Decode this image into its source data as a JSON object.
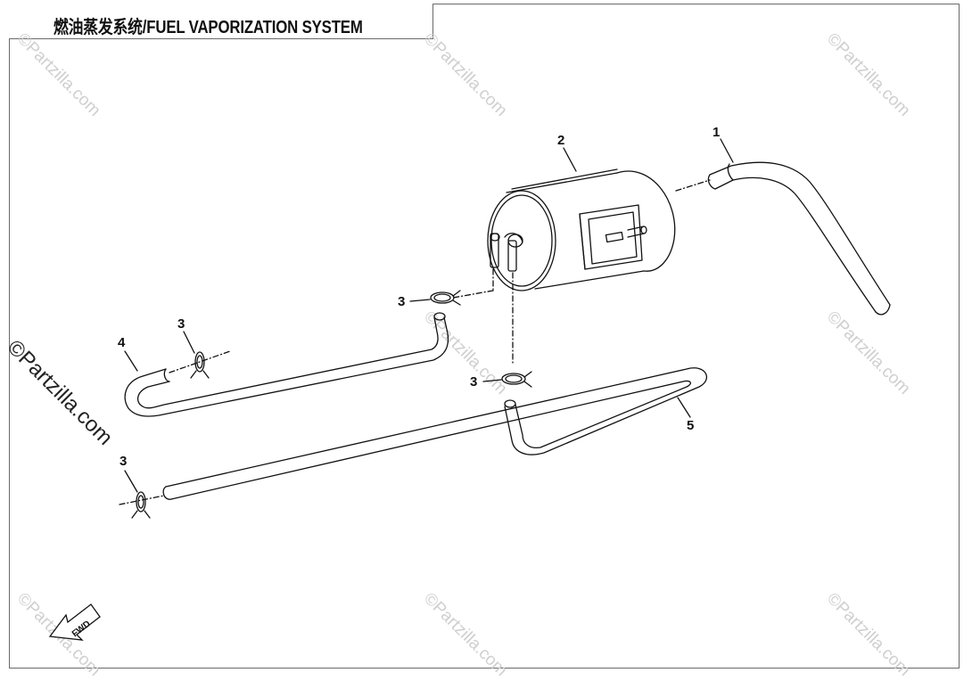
{
  "title": "燃油蒸发系统/FUEL VAPORIZATION SYSTEM",
  "copyright": "©Partzilla.com",
  "watermark": "©Partzilla.com",
  "fwd_label": "FWD",
  "callouts": {
    "part1": "1",
    "part2": "2",
    "part3a": "3",
    "part3b": "3",
    "part3c": "3",
    "part3d": "3",
    "part4": "4",
    "part5": "5"
  },
  "colors": {
    "line": "#111111",
    "frame": "#6a6a6a",
    "watermark": "#cfcfcf"
  }
}
